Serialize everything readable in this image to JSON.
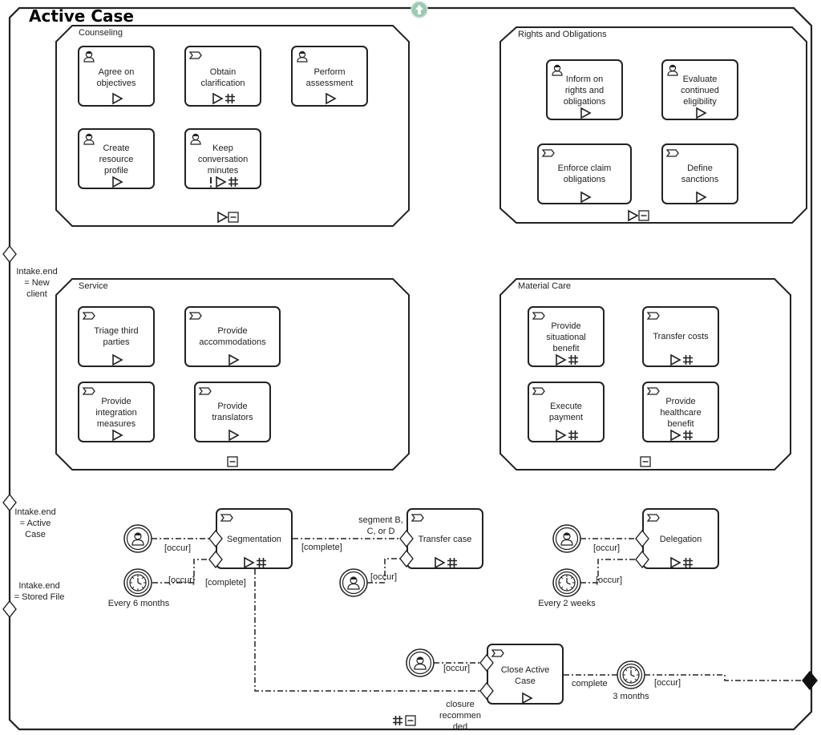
{
  "case_plan": {
    "title": "Active Case"
  },
  "stages": {
    "counseling": {
      "label": "Counseling"
    },
    "rights": {
      "label": "Rights and Obligations"
    },
    "service": {
      "label": "Service"
    },
    "material": {
      "label": "Material Care"
    }
  },
  "tasks": {
    "agree": "Agree on\nobjectives",
    "obtain": "Obtain\nclarification",
    "perform": "Perform\nassessment",
    "create": "Create\nresource\nprofile",
    "keep": "Keep\nconversation\nminutes",
    "inform": "Inform on\nrights and\nobligations",
    "evaluate": "Evaluate\ncontinued\neligibility",
    "enforce": "Enforce claim\nobligations",
    "define": "Define\nsanctions",
    "triage": "Triage third\nparties",
    "accommodations": "Provide\naccommodations",
    "integration": "Provide\nintegration\nmeasures",
    "translators": "Provide\ntranslators",
    "situational": "Provide\nsituational\nbenefit",
    "transfer_costs": "Transfer costs",
    "execute": "Execute\npayment",
    "healthcare": "Provide\nhealthcare\nbenefit",
    "segmentation": "Segmentation",
    "transfer_case": "Transfer case",
    "delegation": "Delegation",
    "close": "Close Active\nCase"
  },
  "sentries": {
    "new_client": "Intake.end\n= New\nclient",
    "active_case": "Intake.end\n= Active\nCase",
    "stored_file": "Intake.end\n= Stored File"
  },
  "connector_labels": {
    "occur": "[occur]",
    "complete": "[complete]",
    "segment": "segment B,\nC, or D",
    "closure": "closure\nrecommen\nded",
    "complete_plain": "complete"
  },
  "timers": {
    "six_months": "Every 6 months",
    "two_weeks": "Every 2 weeks",
    "three_months": "3 months"
  },
  "icons": [
    "user-event-icon",
    "timer-event-icon",
    "human-task-icon",
    "process-task-icon",
    "play-marker-icon",
    "repetition-marker-icon",
    "collapse-marker-icon",
    "required-marker-icon",
    "entry-sentry-icon",
    "exit-sentry-icon",
    "plan-fragment-icon"
  ]
}
